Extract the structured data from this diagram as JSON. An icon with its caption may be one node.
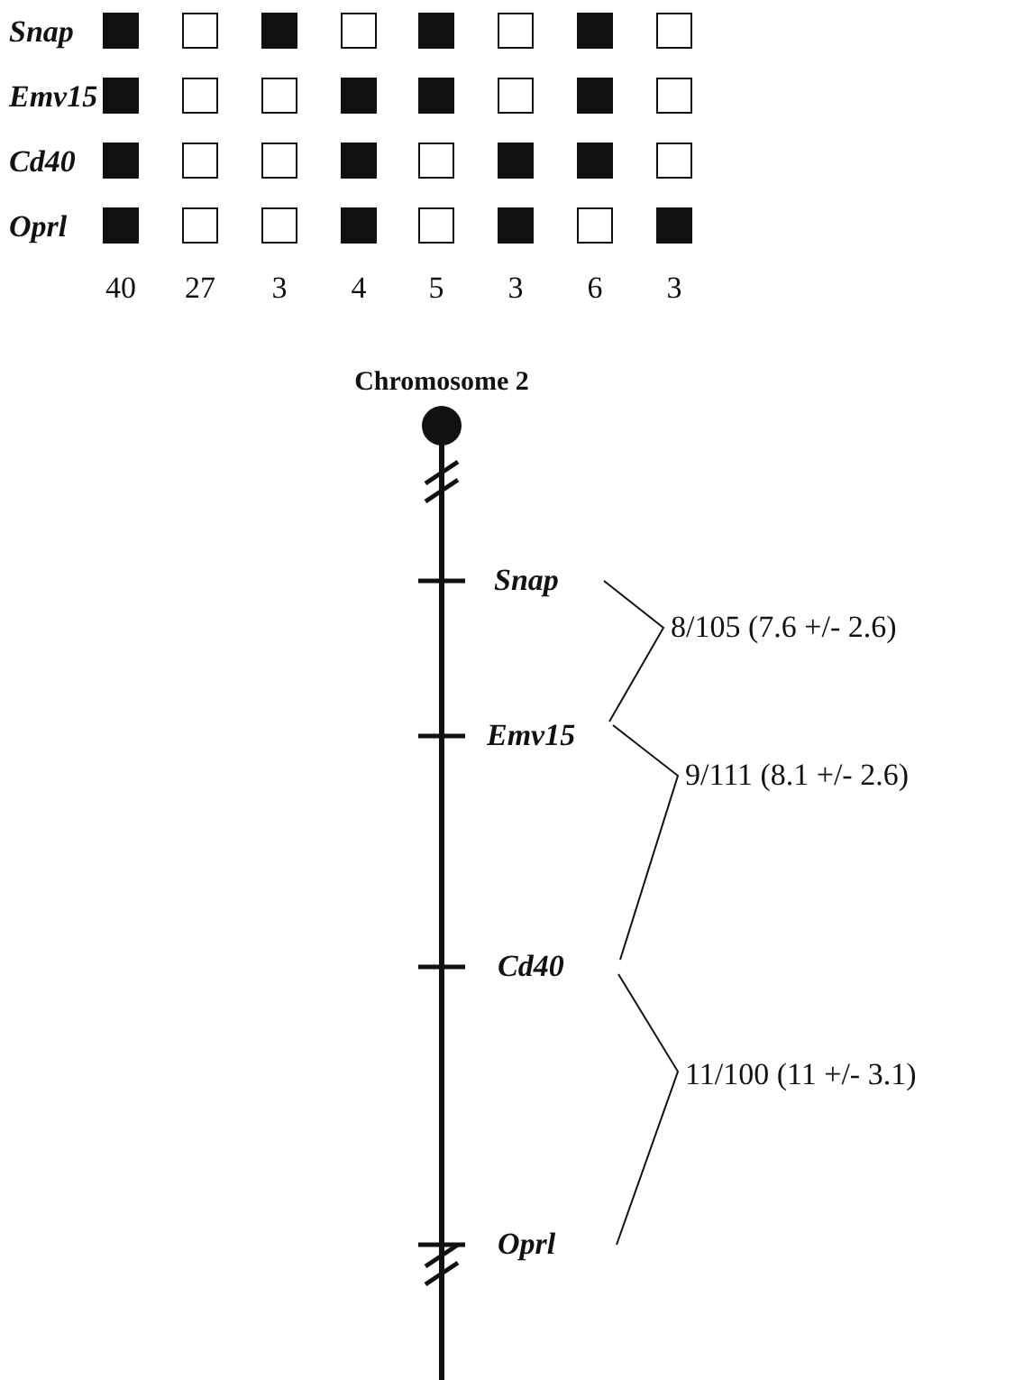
{
  "diagram": {
    "labels": [
      "Snap",
      "Emv15",
      "Cd40",
      "Oprl",
      "40",
      "27",
      "3",
      "4",
      "5",
      "3",
      "6",
      "3",
      "Chromosome 2",
      "Snap",
      "8/105 (7.6 +/- 2.6)",
      "Emv15",
      "9/111 (8.1 +/- 2.6)",
      "Cd40",
      "11/100 (11 +/- 3.1)",
      "Oprl"
    ]
  }
}
